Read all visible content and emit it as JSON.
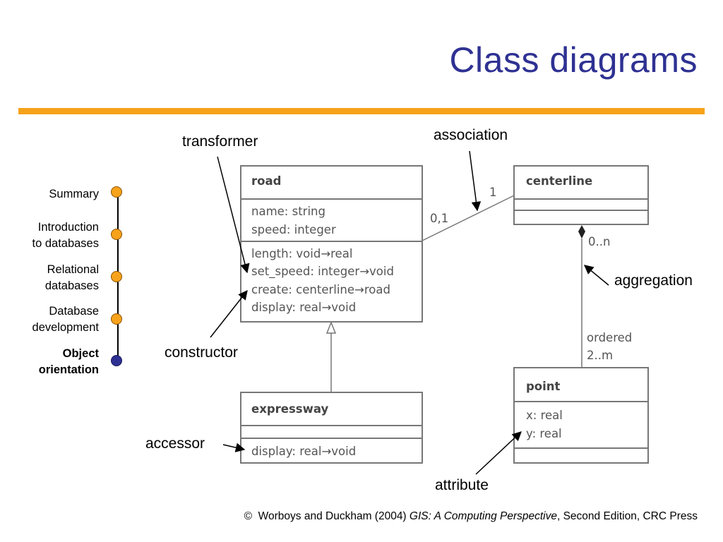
{
  "title": "Class diagrams",
  "nav": {
    "items": [
      {
        "lines": [
          "Summary"
        ],
        "active": false
      },
      {
        "lines": [
          "Introduction",
          "to databases"
        ],
        "active": false
      },
      {
        "lines": [
          "Relational",
          "databases"
        ],
        "active": false
      },
      {
        "lines": [
          "Database",
          "development"
        ],
        "active": false
      },
      {
        "lines": [
          "Object",
          "orientation"
        ],
        "active": true
      }
    ]
  },
  "diagram": {
    "classes": {
      "road": {
        "name": "road",
        "attributes": [
          "name: string",
          "speed: integer"
        ],
        "operations": [
          "length: void→real",
          "set_speed: integer→void",
          "create: centerline→road",
          "display: real→void"
        ]
      },
      "centerline": {
        "name": "centerline",
        "attributes": [],
        "operations": []
      },
      "expressway": {
        "name": "expressway",
        "attributes": [],
        "operations": [
          "display: real→void"
        ]
      },
      "point": {
        "name": "point",
        "attributes": [
          "x: real",
          "y: real"
        ],
        "operations": []
      }
    },
    "multiplicities": {
      "road_end": "0,1",
      "centerline_end": "1",
      "aggregate_end": "0..n",
      "part_end_line1": "ordered",
      "part_end_line2": "2..m"
    },
    "annotations": {
      "transformer": "transformer",
      "association": "association",
      "aggregation": "aggregation",
      "constructor": "constructor",
      "accessor": "accessor",
      "attribute": "attribute"
    }
  },
  "footer": {
    "symbol": "©",
    "authors": "Worboys and Duckham (2004)",
    "book": "GIS: A Computing Perspective",
    "rest": ", Second Edition, CRC Press"
  },
  "colors": {
    "title": "#2e3192",
    "rule": "#f7a21b",
    "nav_dot": "#f7a21b",
    "nav_dot_active": "#2e3192"
  }
}
